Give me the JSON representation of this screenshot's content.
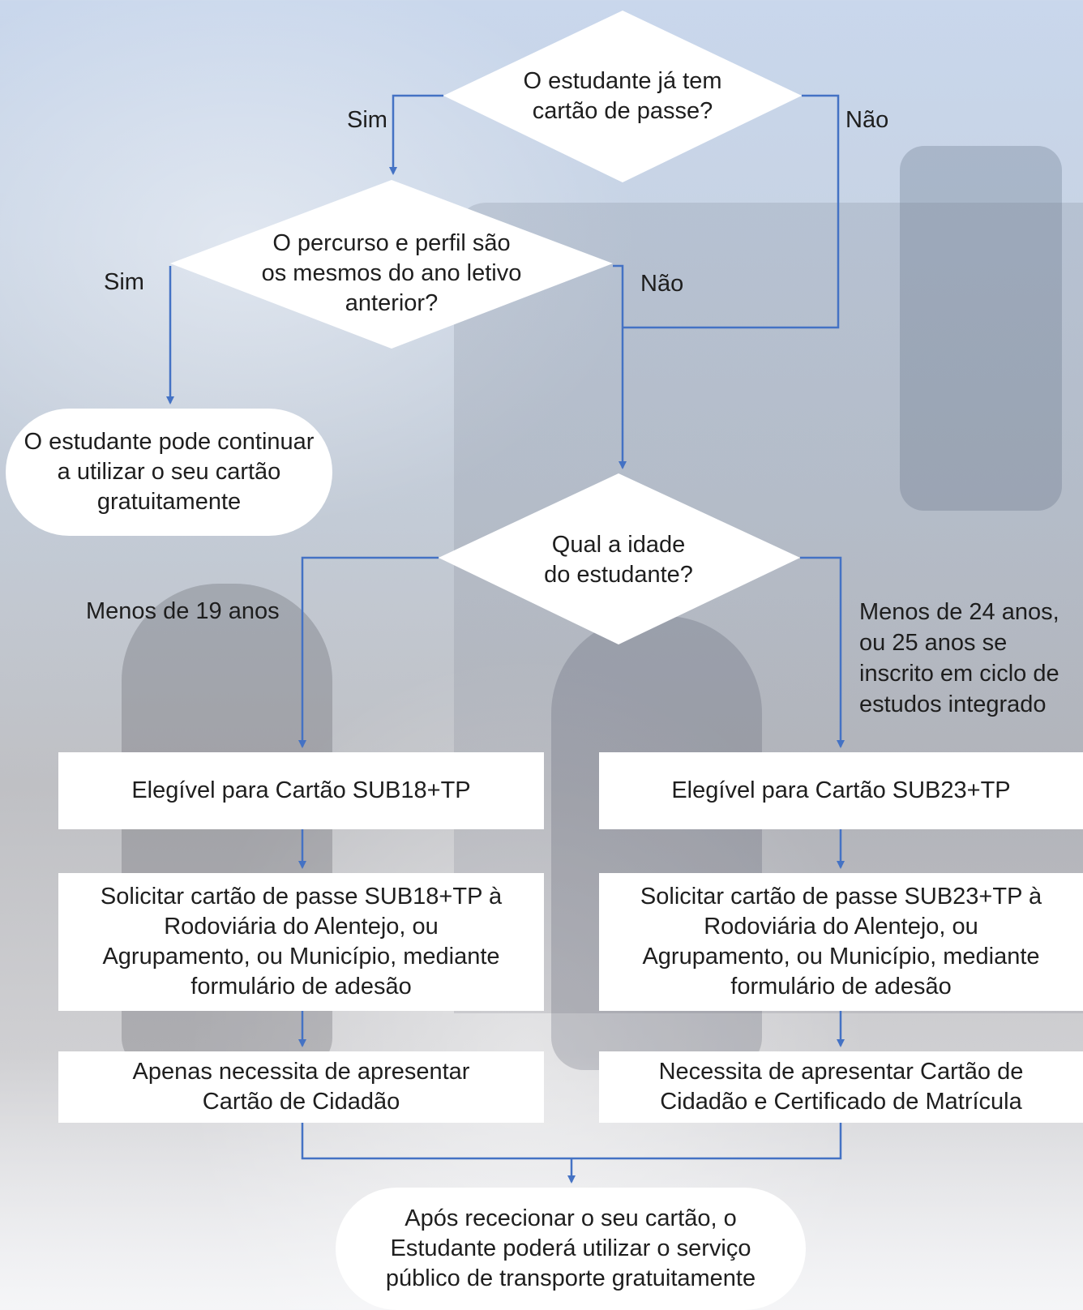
{
  "decisions": {
    "has_card": {
      "line1": "O estudante já tem",
      "line2": "cartão de passe?"
    },
    "same_route": {
      "line1": "O percurso e perfil são",
      "line2": "os mesmos do ano letivo",
      "line3": "anterior?"
    },
    "age": {
      "line1": "Qual a idade",
      "line2": "do estudante?"
    }
  },
  "edge_labels": {
    "has_card_yes": "Sim",
    "has_card_no": "Não",
    "same_route_yes": "Sim",
    "same_route_no": "Não",
    "age_under_19": "Menos de 19 anos",
    "age_under_24": {
      "line1": "Menos de 24 anos,",
      "line2": "ou 25 anos se",
      "line3": "inscrito em ciclo de",
      "line4": "estudos integrado"
    }
  },
  "terminals": {
    "continue_free": {
      "line1": "O estudante pode continuar",
      "line2": "a utilizar o seu cartão",
      "line3": "gratuitamente"
    },
    "final": {
      "line1": "Após rececionar o seu cartão, o",
      "line2": "Estudante poderá utilizar o serviço",
      "line3": "público de transporte gratuitamente"
    }
  },
  "steps": {
    "sub18_eligible": "Elegível para Cartão SUB18+TP",
    "sub23_eligible": "Elegível para Cartão SUB23+TP",
    "sub18_request": {
      "line1": "Solicitar cartão de passe SUB18+TP à",
      "line2": "Rodoviária do Alentejo, ou",
      "line3": "Agrupamento, ou Município, mediante",
      "line4": "formulário de adesão"
    },
    "sub23_request": {
      "line1": "Solicitar cartão de passe SUB23+TP à",
      "line2": "Rodoviária do Alentejo, ou",
      "line3": "Agrupamento, ou Município, mediante",
      "line4": "formulário de adesão"
    },
    "sub18_docs": {
      "line1": "Apenas necessita de apresentar",
      "line2": "Cartão de Cidadão"
    },
    "sub23_docs": {
      "line1": "Necessita de apresentar Cartão de",
      "line2": "Cidadão e Certificado de Matrícula"
    }
  },
  "colors": {
    "connector": "#4472c4",
    "node_fill": "#ffffff"
  }
}
